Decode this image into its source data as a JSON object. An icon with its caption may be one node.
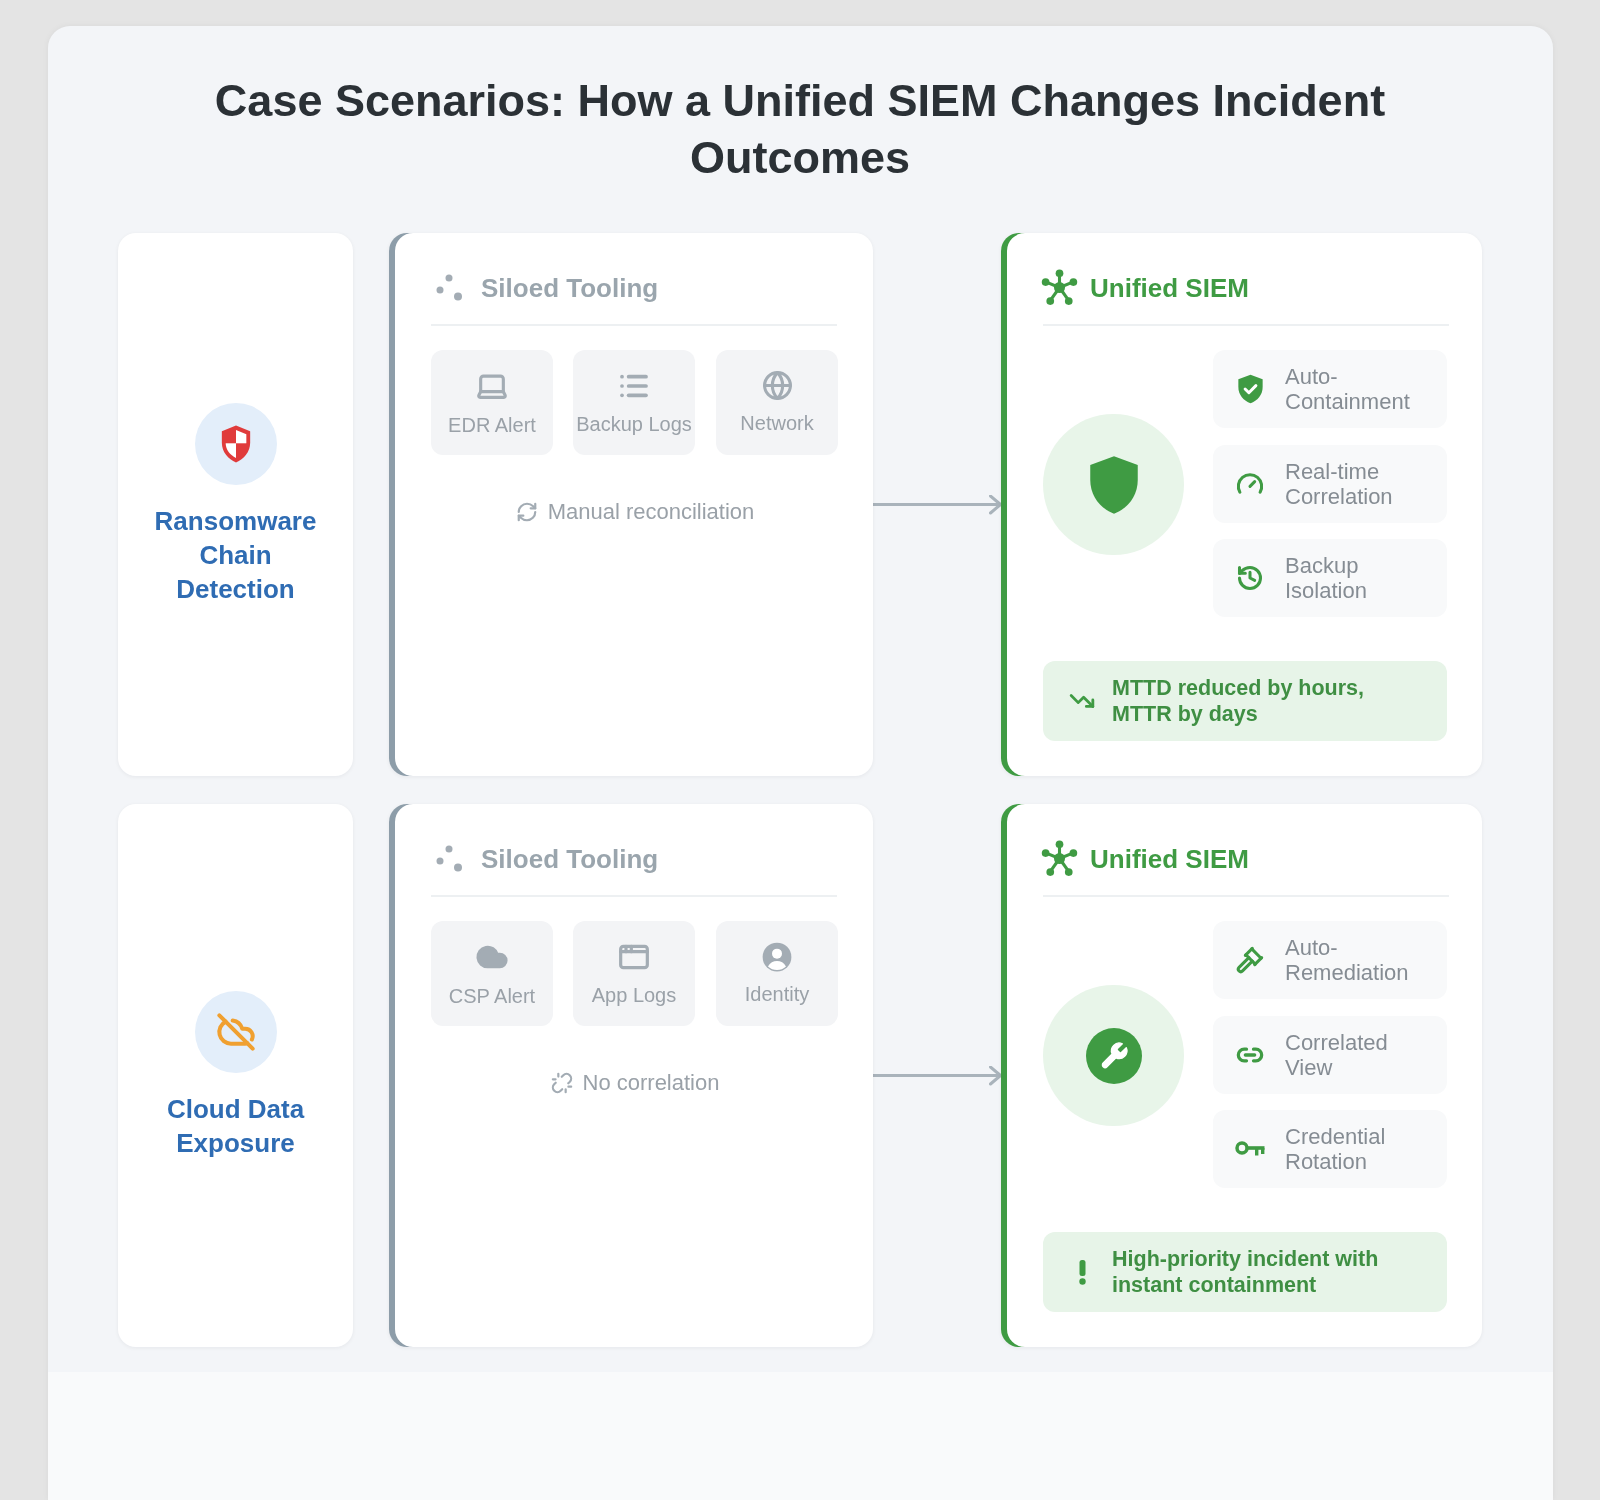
{
  "diagram": {
    "title": "Case Scenarios: How a Unified SIEM Changes Incident Outcomes",
    "nodes": [
      {
        "text": [
          "Ransomware Chain Detection"
        ]
      },
      {
        "text": [
          "Siloed Tooling",
          "Manual reconciliation"
        ]
      },
      {
        "text": [
          "EDR Alert"
        ],
        "in": 1
      },
      {
        "text": [
          "Backup Logs"
        ],
        "in": 1
      },
      {
        "text": [
          "Network"
        ],
        "in": 1
      },
      {
        "text": [
          "Unified SIEM"
        ]
      },
      {
        "text": [
          "Auto-Containment"
        ],
        "in": 5
      },
      {
        "text": [
          "Real-time Correlation"
        ],
        "in": 5
      },
      {
        "text": [
          "Backup Isolation"
        ],
        "in": 5
      },
      {
        "text": [
          "MTTD reduced by hours, MTTR by days"
        ],
        "in": 5
      },
      {
        "text": [
          "Cloud Data Exposure"
        ]
      },
      {
        "text": [
          "Siloed Tooling",
          "No correlation"
        ]
      },
      {
        "text": [
          "CSP Alert"
        ],
        "in": 11
      },
      {
        "text": [
          "App Logs"
        ],
        "in": 11
      },
      {
        "text": [
          "Identity"
        ],
        "in": 11
      },
      {
        "text": [
          "Unified SIEM"
        ]
      },
      {
        "text": [
          "Auto-Remediation"
        ],
        "in": 15
      },
      {
        "text": [
          "Correlated View"
        ],
        "in": 15
      },
      {
        "text": [
          "Credential Rotation"
        ],
        "in": 15
      },
      {
        "text": [
          "High-priority incident with instant containment"
        ],
        "in": 15
      }
    ],
    "edges": [
      {
        "from": 1,
        "to": 5,
        "arrow": "to"
      },
      {
        "from": 11,
        "to": 15,
        "arrow": "to"
      }
    ]
  }
}
